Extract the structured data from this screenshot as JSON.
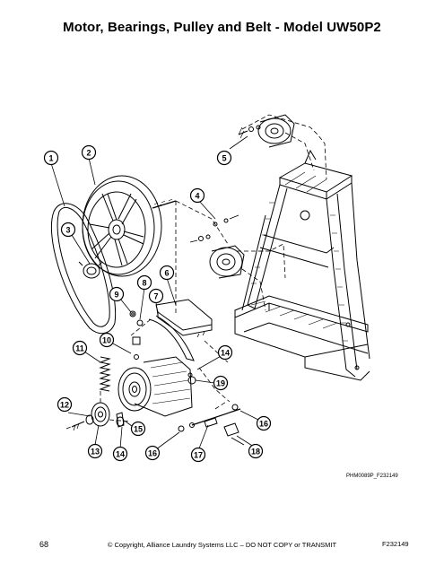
{
  "title": "Motor, Bearings, Pulley and Belt - Model UW50P2",
  "figure_ref": "PHM0089P_F232149",
  "footer": {
    "page": "68",
    "copyright": "© Copyright, Alliance Laundry Systems LLC – DO NOT COPY or TRANSMIT",
    "code": "F232149"
  },
  "callouts": [
    "1",
    "2",
    "3",
    "4",
    "5",
    "6",
    "7",
    "8",
    "9",
    "10",
    "11",
    "12",
    "13",
    "14",
    "14",
    "15",
    "16",
    "16",
    "17",
    "18",
    "19"
  ]
}
